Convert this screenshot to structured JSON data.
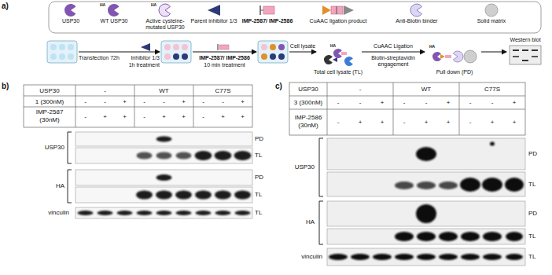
{
  "diagram": {
    "labels": [
      "a)",
      "HA",
      "HA",
      "Transfection 72h",
      "Inhibitor 1/3",
      "1h treatment",
      "IMP-2587/ IMP-2586",
      "10 min treatment",
      "Cell lysate",
      "Total cell lysate (TL)",
      "CuAAC Ligation",
      "Biotin-streptavidin engagement",
      "Pull down (PD)",
      "Western blot",
      "HA",
      "HA",
      "b)",
      "USP30",
      "-",
      "WT",
      "C77S",
      "1 (300nM)",
      "-",
      "-",
      "+",
      "-",
      "-",
      "+",
      "-",
      "-",
      "+",
      "IMP-2587 (30nM)",
      "-",
      "+",
      "+",
      "-",
      "+",
      "+",
      "-",
      "+",
      "+",
      "USP30",
      "PD",
      "TL",
      "HA",
      "PD",
      "TL",
      "vinculin",
      "TL",
      "c)",
      "USP30",
      "-",
      "WT",
      "C77S",
      "3 (300nM)",
      "-",
      "-",
      "+",
      "-",
      "-",
      "+",
      "-",
      "-",
      "+",
      "IMP-2586 (30nM)",
      "-",
      "+",
      "+",
      "-",
      "+",
      "+",
      "-",
      "+",
      "+",
      "USP30",
      "PD",
      "TL",
      "HA",
      "PD",
      "TL",
      "vinculin",
      "TL"
    ],
    "legend": [
      {
        "text": "USP30"
      },
      {
        "text": "WT USP30"
      },
      {
        "text": "Active cysteine-mutated USP30"
      },
      {
        "text": "Parent inhibitor 1/3"
      },
      {
        "text": "IMP-2587/ IMP-2586"
      },
      {
        "text": "CuAAC ligation product"
      },
      {
        "text": "Anti-Biotin binder"
      },
      {
        "text": "Solid matrix"
      }
    ]
  }
}
